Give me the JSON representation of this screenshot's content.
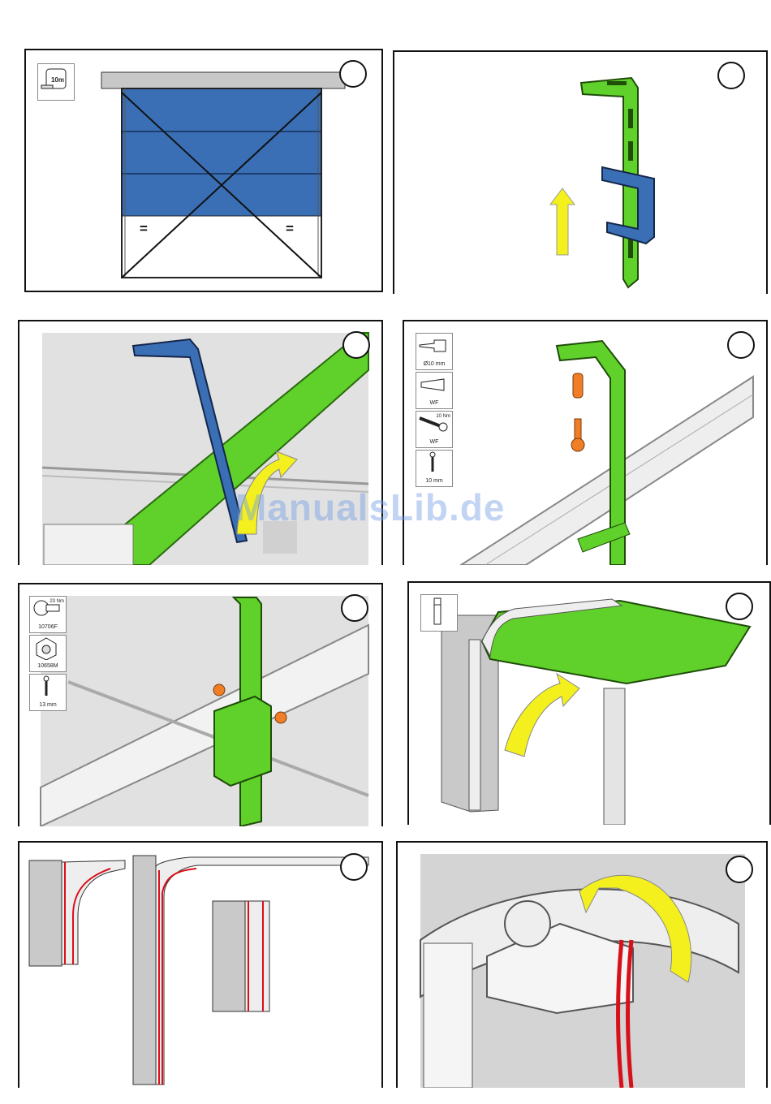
{
  "colors": {
    "blue": "#3a6fb5",
    "green": "#5fd12a",
    "yellow": "#f3f01e",
    "orange": "#f07e26",
    "red": "#d8101a",
    "grey": "#e1e1e1"
  },
  "panel1": {
    "icon": "measuring-tape-icon",
    "tape_label": "10m",
    "equal_left": "=",
    "equal_right": "="
  },
  "panel4": {
    "tools": [
      {
        "icon": "drill-icon",
        "label": "Ø10 mm",
        "top": ""
      },
      {
        "icon": "wall-plug-icon",
        "label": "WF",
        "top": ""
      },
      {
        "icon": "screw-icon",
        "label": "WF",
        "top": "10 Nm"
      },
      {
        "icon": "wrench-icon",
        "label": "10 mm",
        "top": ""
      }
    ]
  },
  "panel5": {
    "tools": [
      {
        "icon": "bolt-icon",
        "label": "10706F",
        "top": "23 Nm"
      },
      {
        "icon": "nut-icon",
        "label": "10658M",
        "top": ""
      },
      {
        "icon": "wrench-icon",
        "label": "13 mm",
        "top": ""
      }
    ]
  },
  "panel6": {
    "icon": "spirit-level-icon"
  },
  "watermark": "ManualsLib.de"
}
